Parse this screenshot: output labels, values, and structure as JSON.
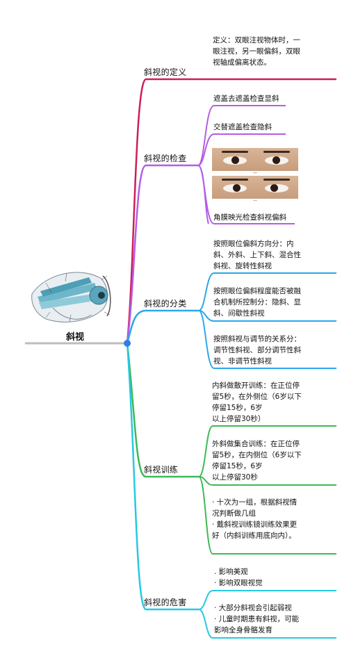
{
  "root": {
    "label": "斜视"
  },
  "colors": {
    "definition": "#cc1f55",
    "exam": "#b45ce6",
    "classification": "#2ba8ec",
    "training": "#3cba54",
    "harm": "#27c8e3",
    "root_line": "#bdbdbd",
    "root_dot": "#2f7fe0"
  },
  "branches": [
    {
      "label": "斜视的定义",
      "leaves": [
        "定义：双眼注视物体时，一",
        "眼注视，另一眼偏斜，双眼",
        "视轴成偏离状态。"
      ]
    },
    {
      "label": "斜视的检查",
      "leaves": [
        "遮盖去遮盖检查显斜",
        "交替遮盖检查隐斜",
        "角膜映光检查斜视偏斜"
      ],
      "photo_captions": [
        "***",
        "***"
      ]
    },
    {
      "label": "斜视的分类",
      "leaves": [
        [
          "按照眼位偏斜方向分：内",
          "斜、外斜、上下斜、混合性",
          "斜视、旋转性斜视"
        ],
        [
          "按照眼位偏斜程度能否被融",
          "合机制所控制分：隐斜、显",
          "斜、间歇性斜视"
        ],
        [
          "按照斜视与调节的关系分：",
          "调节性斜视、部分调节性斜",
          "视、非调节性斜视"
        ]
      ]
    },
    {
      "label": "斜视训练",
      "leaves": [
        [
          "内斜做散开训练：在正位停",
          "留5秒，在外侧位（6岁以下",
          "停留15秒，6岁",
          "以上停留30秒）"
        ],
        [
          "外斜做集合训练：在正位停",
          "留5秒，在内侧位（6岁以下",
          "停留15秒，6岁",
          "以上停留30秒"
        ],
        [
          "· 十次为一组，根据斜视情",
          "况判断做几组",
          "· 戴斜视训练镜训练效果更",
          "好（内斜训练用底向内）。"
        ]
      ]
    },
    {
      "label": "斜视的危害",
      "leaves": [
        [
          ". 影响美观",
          "· 影响双眼视觉"
        ],
        [
          "· 大部分斜视会引起弱视",
          "· 儿童时期患有斜视，可能",
          "影响全身骨骼发育"
        ]
      ]
    }
  ]
}
